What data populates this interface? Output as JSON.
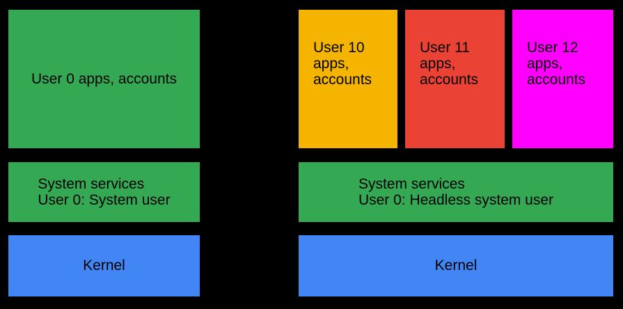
{
  "colors": {
    "background": "#000000",
    "text": "#000000",
    "green": "#34A853",
    "blue": "#4285F4",
    "yellow": "#F5B400",
    "red": "#EA4335",
    "magenta": "#FF00FF"
  },
  "single_user_device": {
    "apps_box": {
      "label": "User 0 apps, accounts"
    },
    "system_services_box": {
      "label": "System services\nUser 0: System user"
    },
    "kernel_box": {
      "label": "Kernel"
    }
  },
  "multi_user_device": {
    "user_boxes": [
      {
        "label": "User 10\napps,\naccounts"
      },
      {
        "label": "User 11\napps,\naccounts"
      },
      {
        "label": "User 12\napps,\naccounts"
      }
    ],
    "system_services_box": {
      "label": "System services\nUser 0: Headless system user"
    },
    "kernel_box": {
      "label": "Kernel"
    }
  }
}
